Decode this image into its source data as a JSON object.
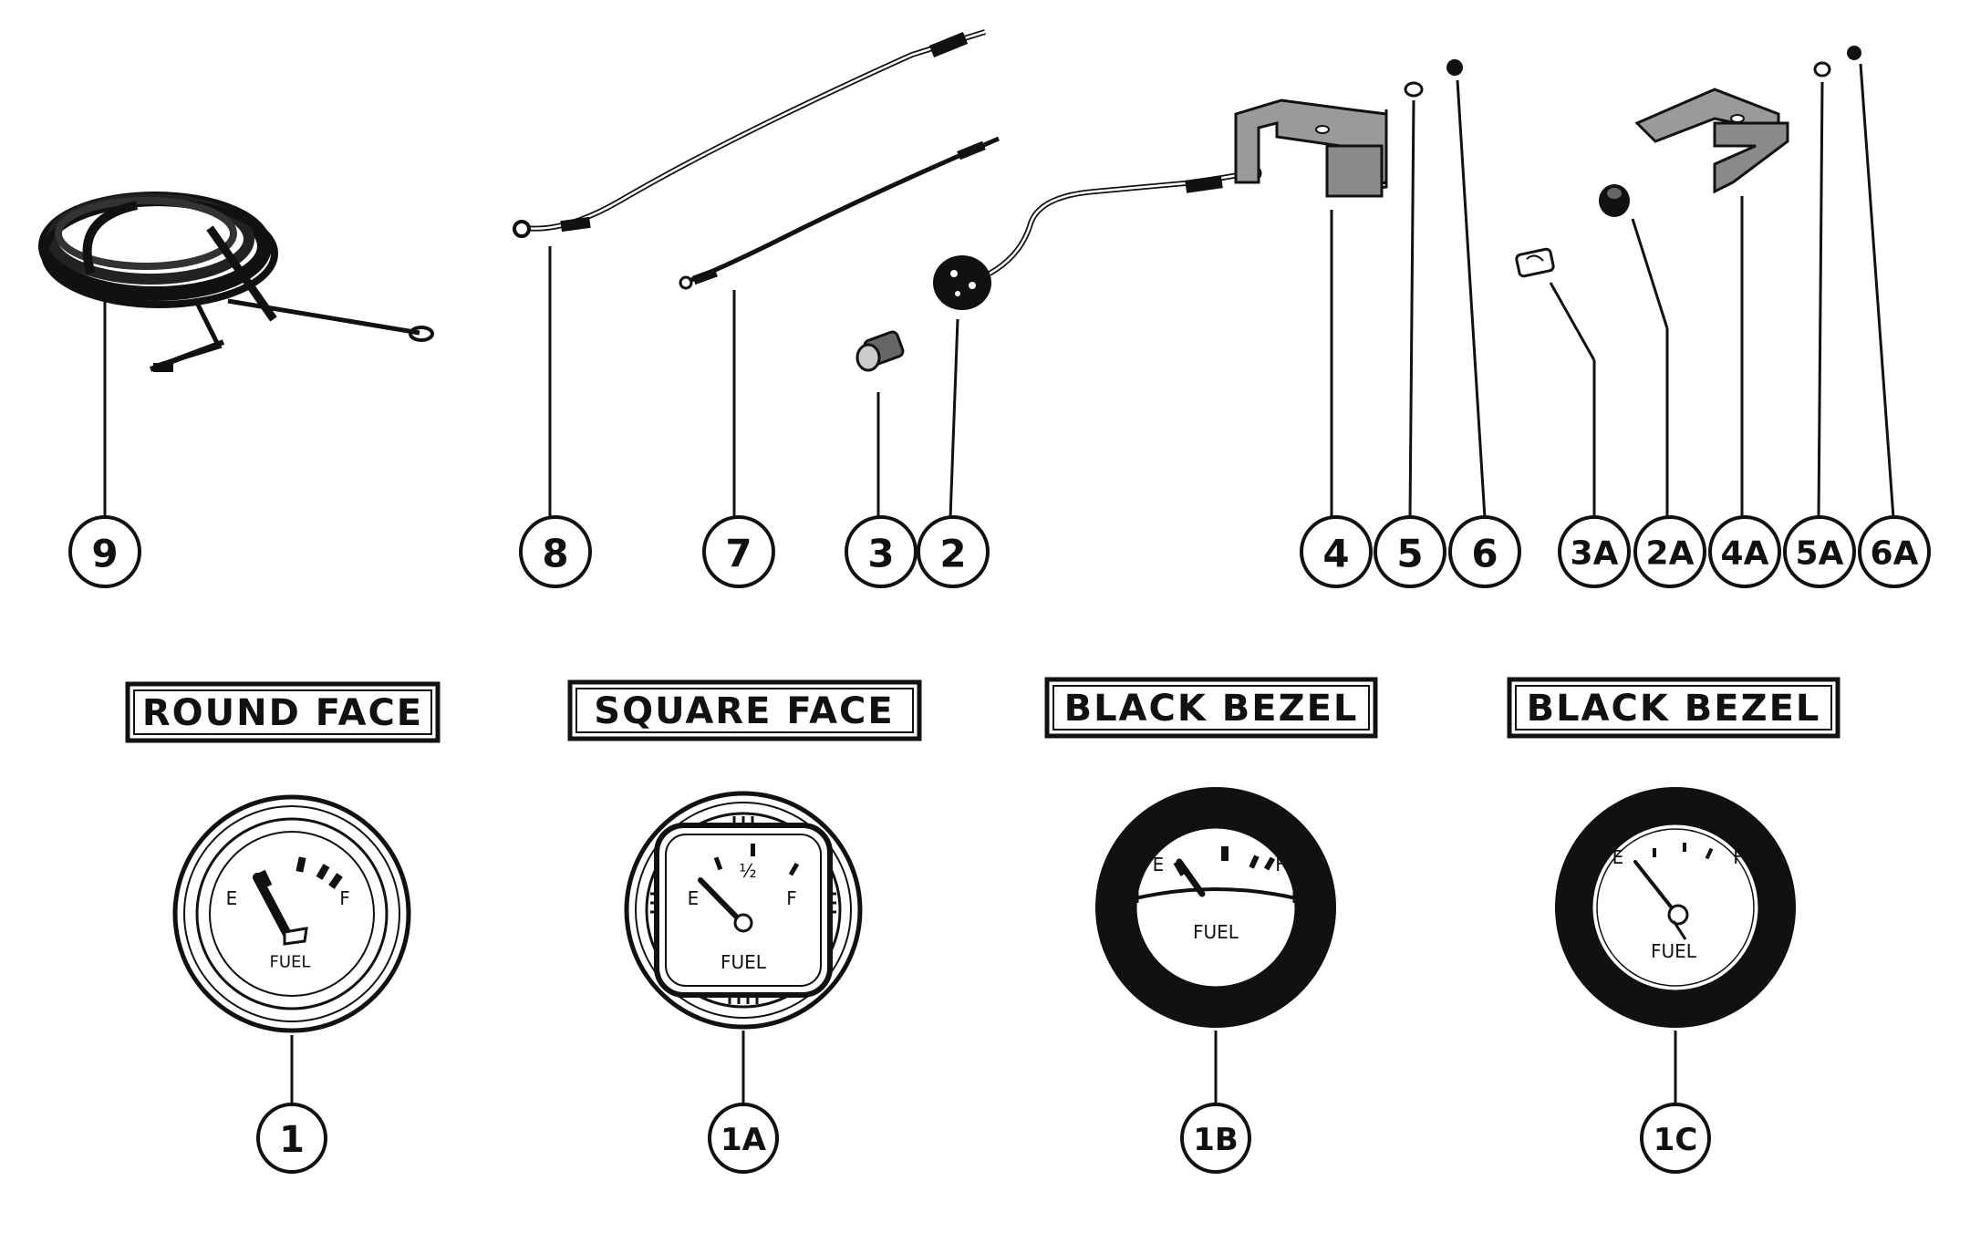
{
  "callouts": {
    "c9": "9",
    "c8": "8",
    "c7": "7",
    "c3": "3",
    "c2": "2",
    "c4": "4",
    "c5": "5",
    "c6": "6",
    "c3a": "3A",
    "c2a": "2A",
    "c4a": "4A",
    "c5a": "5A",
    "c6a": "6A",
    "c1": "1",
    "c1a": "1A",
    "c1b": "1B",
    "c1c": "1C"
  },
  "gauge_labels": {
    "round_face": "ROUND FACE",
    "square_face": "SQUARE FACE",
    "black_bezel_1": "BLACK BEZEL",
    "black_bezel_2": "BLACK BEZEL"
  },
  "gauge_face_text": {
    "g1": {
      "empty": "E",
      "full": "F",
      "name": "FUEL"
    },
    "g1a": {
      "empty": "E",
      "half": "½",
      "full": "F",
      "name": "FUEL"
    },
    "g1b": {
      "empty": "E",
      "full": "F",
      "name": "FUEL"
    },
    "g1c": {
      "empty": "E",
      "full": "F",
      "name": "FUEL"
    }
  },
  "colors": {
    "ink": "#111111",
    "metal": "#8a8a8a",
    "paper": "#ffffff"
  }
}
